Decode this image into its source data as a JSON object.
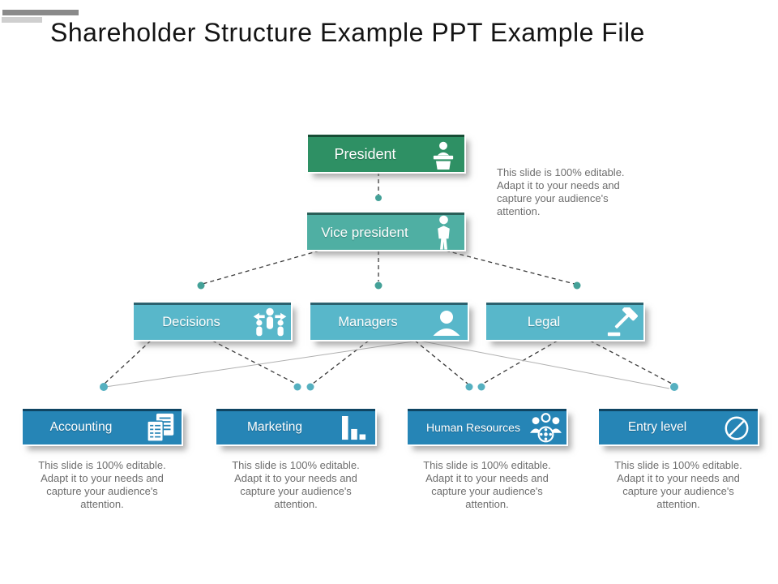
{
  "title": "Shareholder Structure Example PPT Example File",
  "editable_note": "This slide is 100% editable.\nAdapt it to your needs and\ncapture your audience's\nattention.",
  "org": {
    "president": {
      "label": "President",
      "icon": "podium-icon"
    },
    "vice_president": {
      "label": "Vice president",
      "icon": "businessman-icon"
    },
    "level3": [
      {
        "label": "Decisions",
        "icon": "decision-icon"
      },
      {
        "label": "Managers",
        "icon": "manager-icon"
      },
      {
        "label": "Legal",
        "icon": "gavel-icon"
      }
    ],
    "level4": [
      {
        "label": "Accounting",
        "icon": "ledger-icon"
      },
      {
        "label": "Marketing",
        "icon": "barchart-icon"
      },
      {
        "label": "Human Resources",
        "icon": "team-icon"
      },
      {
        "label": "Entry level",
        "icon": "no-entry-icon"
      }
    ]
  },
  "theme": {
    "president_green": "#2E9064",
    "vice_president_teal": "#4FAFA3",
    "level3_cyan": "#58B7CA",
    "level4_blue": "#2685B6",
    "connector_dot_teal": "#44A198",
    "connector_dot_cyan": "#55B0C0",
    "note_gray": "#6E6E6E",
    "dashed_line": "#3A3A3A",
    "solid_line": "#B0B0B0"
  }
}
